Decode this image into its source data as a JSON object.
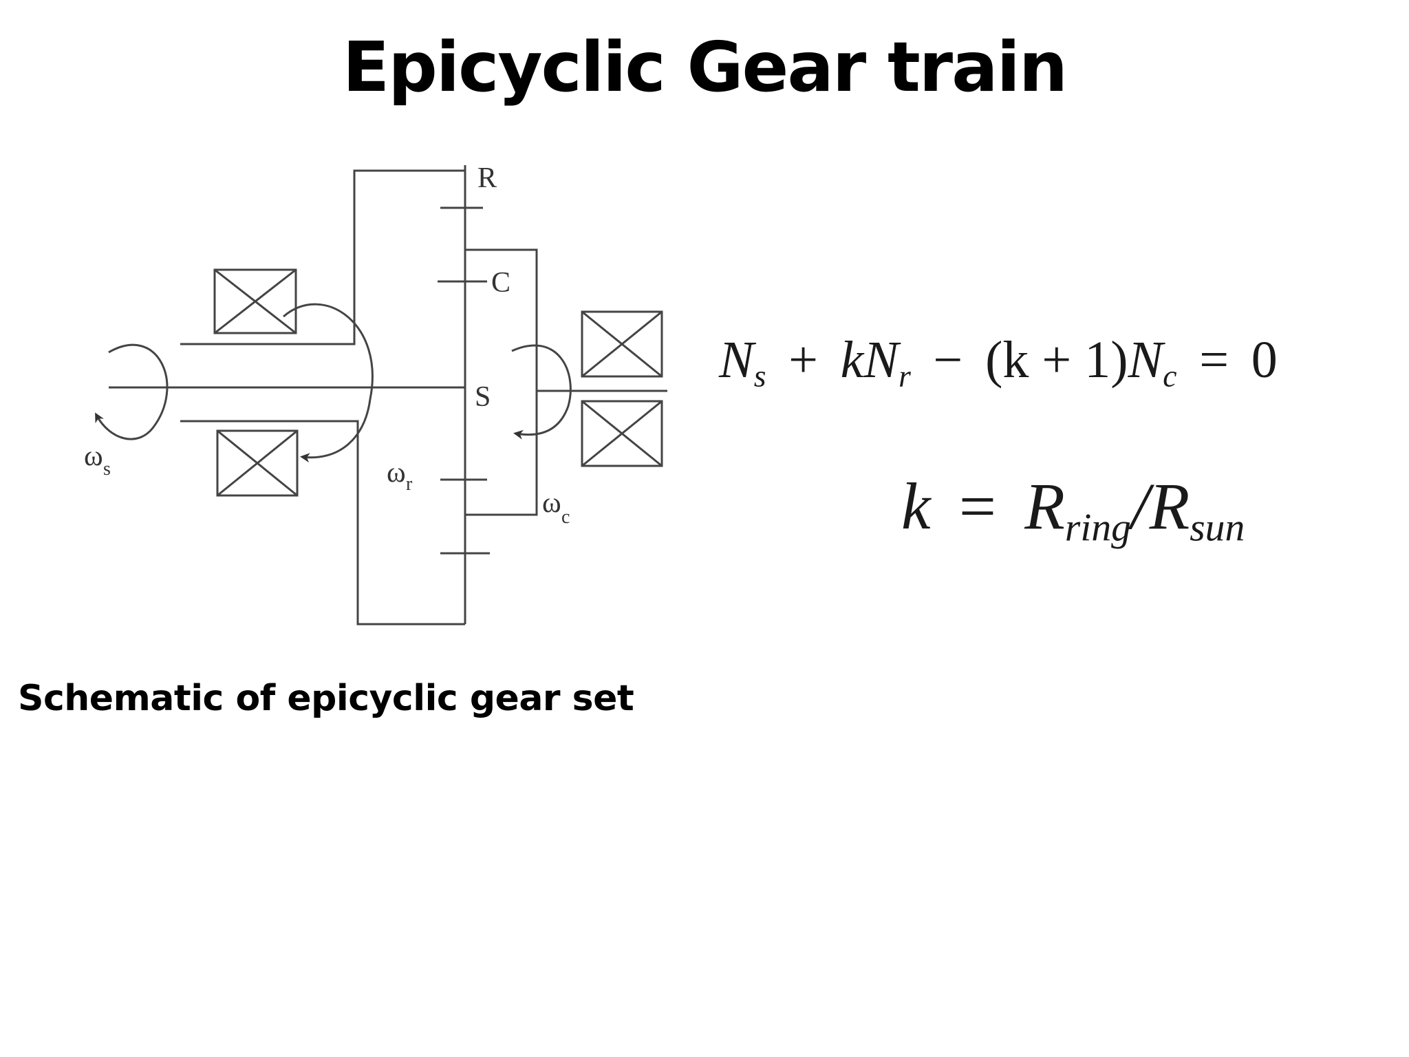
{
  "title": "Epicyclic Gear train",
  "caption": "Schematic of epicyclic gear set",
  "diagram": {
    "labels": {
      "ring": "R",
      "carrier": "C",
      "sun": "S",
      "omega_s": "ω",
      "omega_s_sub": "s",
      "omega_r": "ω",
      "omega_r_sub": "r",
      "omega_c": "ω",
      "omega_c_sub": "c"
    }
  },
  "equations": {
    "eq1": {
      "N1": "N",
      "N1_sub": "s",
      "plus": "+",
      "k": "k",
      "N2": "N",
      "N2_sub": "r",
      "minus": "−",
      "paren": "(k + 1)",
      "N3": "N",
      "N3_sub": "c",
      "equals": "=",
      "rhs": "0"
    },
    "eq2": {
      "k": "k",
      "equals": "=",
      "R1": "R",
      "R1_sub": "ring",
      "slash": "/",
      "R2": "R",
      "R2_sub": "sun"
    }
  }
}
